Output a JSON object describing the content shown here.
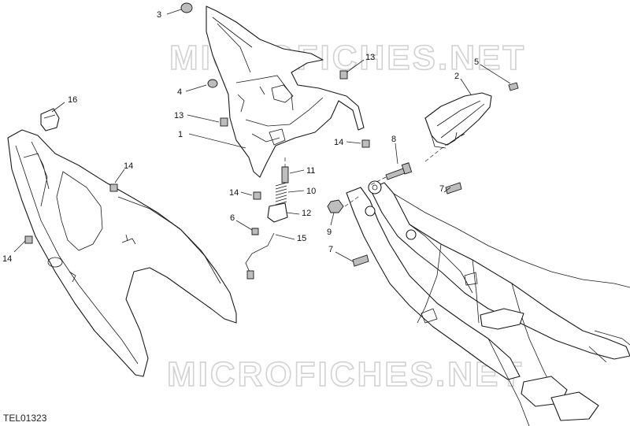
{
  "watermarks": [
    "MICROFICHES.NET",
    "MICROFICHES.NET"
  ],
  "reference_code": "TEL01323",
  "callouts": [
    {
      "id": "c-3",
      "label": "3"
    },
    {
      "id": "c-13a",
      "label": "13"
    },
    {
      "id": "c-5",
      "label": "5"
    },
    {
      "id": "c-2",
      "label": "2"
    },
    {
      "id": "c-4",
      "label": "4"
    },
    {
      "id": "c-16",
      "label": "16"
    },
    {
      "id": "c-13b",
      "label": "13"
    },
    {
      "id": "c-1",
      "label": "1"
    },
    {
      "id": "c-14a",
      "label": "14"
    },
    {
      "id": "c-8",
      "label": "8"
    },
    {
      "id": "c-14b",
      "label": "14"
    },
    {
      "id": "c-11",
      "label": "11"
    },
    {
      "id": "c-14c",
      "label": "14"
    },
    {
      "id": "c-10",
      "label": "10"
    },
    {
      "id": "c-7a",
      "label": "7"
    },
    {
      "id": "c-6",
      "label": "6"
    },
    {
      "id": "c-12",
      "label": "12"
    },
    {
      "id": "c-9",
      "label": "9"
    },
    {
      "id": "c-15",
      "label": "15"
    },
    {
      "id": "c-14d",
      "label": "14"
    },
    {
      "id": "c-7b",
      "label": "7"
    }
  ]
}
